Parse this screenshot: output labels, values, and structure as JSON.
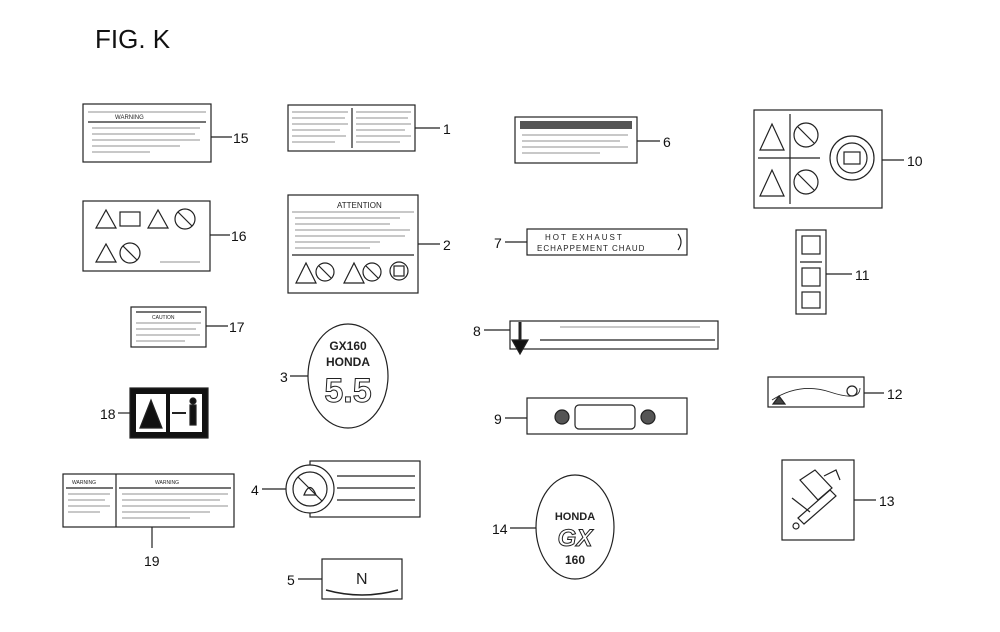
{
  "figure": {
    "title": "FIG. K"
  },
  "callouts": [
    "1",
    "2",
    "3",
    "4",
    "5",
    "6",
    "7",
    "8",
    "9",
    "10",
    "11",
    "12",
    "13",
    "14",
    "15",
    "16",
    "17",
    "18",
    "19"
  ],
  "label_text": {
    "hot_exhaust_line1": "HOT EXHAUST",
    "hot_exhaust_line2": "ECHAPPEMENT CHAUD",
    "attention": "ATTENTION",
    "warning": "WARNING",
    "caution": "CAUTION",
    "emblem3_line1": "GX160",
    "emblem3_line2": "HONDA",
    "emblem3_line3": "5.5",
    "emblem14_line1": "HONDA",
    "emblem14_line2": "GX",
    "emblem14_line3": "160",
    "neutral_mark": "N"
  }
}
